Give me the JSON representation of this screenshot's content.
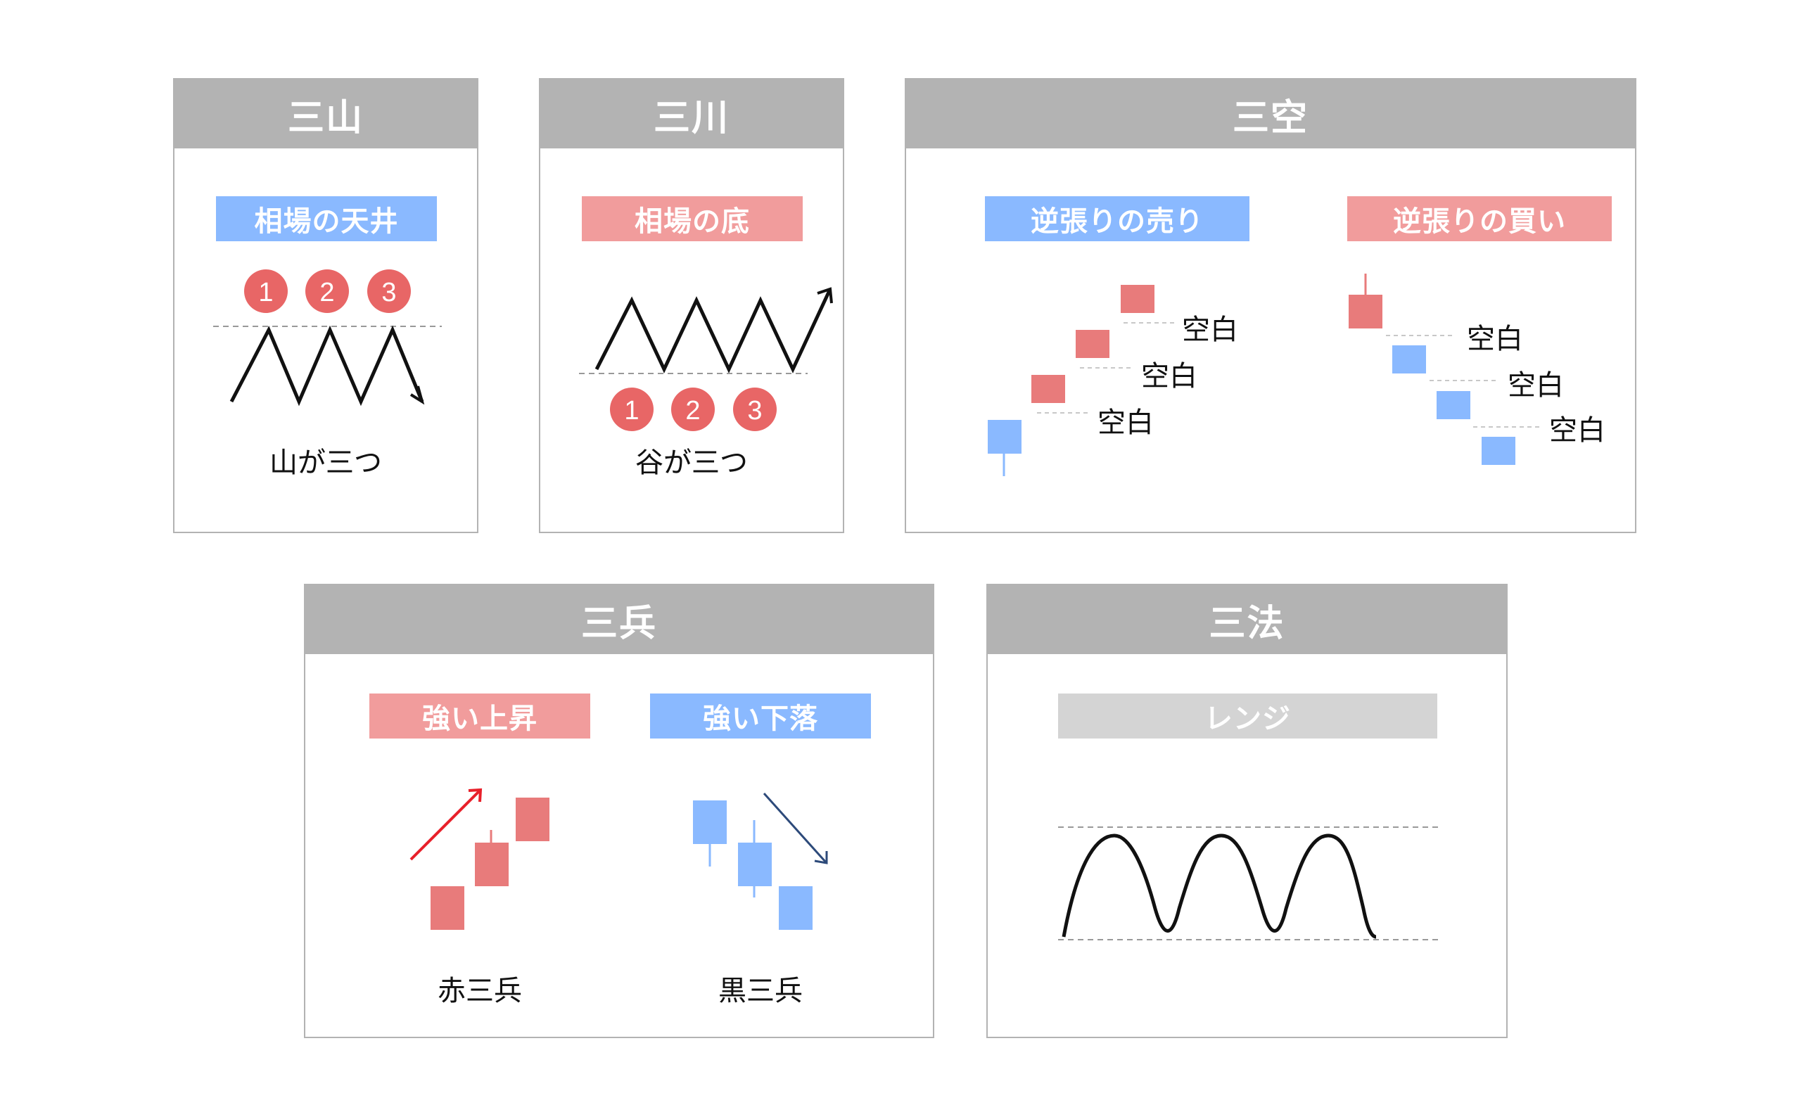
{
  "colors": {
    "blue": "#8ab9ff",
    "red": "#f19c9c",
    "gray_badge": "#d4d4d4",
    "header_gray": "#b3b3b3",
    "circle_red": "#e86666",
    "candle_red": "#e87b7b",
    "candle_blue": "#8ab9ff",
    "arrow_red": "#e8202a",
    "arrow_navy": "#2d4a7a"
  },
  "sanzan": {
    "title": "三山",
    "badge": "相場の天井",
    "markers": [
      "1",
      "2",
      "3"
    ],
    "caption": "山が三つ"
  },
  "sansen": {
    "title": "三川",
    "badge": "相場の底",
    "markers": [
      "1",
      "2",
      "3"
    ],
    "caption": "谷が三つ"
  },
  "sanku": {
    "title": "三空",
    "sell": {
      "badge": "逆張りの売り",
      "gaps": [
        "空白",
        "空白",
        "空白"
      ]
    },
    "buy": {
      "badge": "逆張りの買い",
      "gaps": [
        "空白",
        "空白",
        "空白"
      ]
    }
  },
  "sanpei": {
    "title": "三兵",
    "up": {
      "badge": "強い上昇",
      "caption": "赤三兵"
    },
    "down": {
      "badge": "強い下落",
      "caption": "黒三兵"
    }
  },
  "sanpou": {
    "title": "三法",
    "badge": "レンジ"
  }
}
